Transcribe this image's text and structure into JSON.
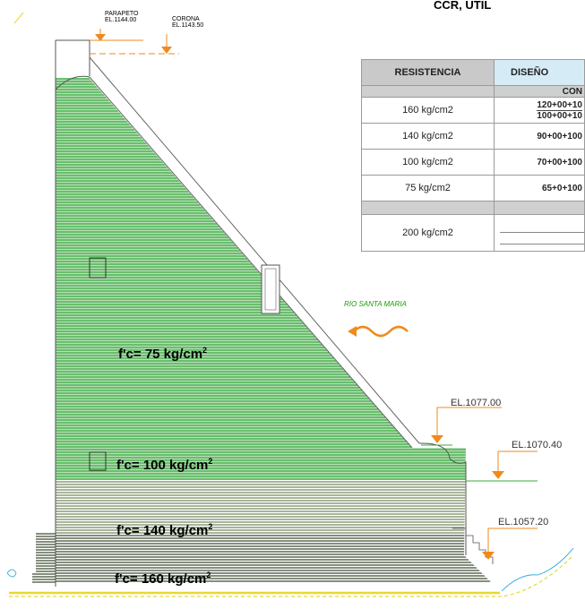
{
  "header": {
    "title_fragment": "CCR,  UTIL"
  },
  "elevations": {
    "parapeto_label": "PARAPETO",
    "parapeto_value": "EL.1144.00",
    "corona_label": "CORONA",
    "corona_value": "EL.1143.50",
    "el1": "EL.1077.00",
    "el2": "EL.1070.40",
    "el3": "EL.1057.20"
  },
  "river_label": "RIO  SANTA  MARIA",
  "zones": {
    "z75": {
      "prefix": "f'c= 75 kg/cm",
      "sup": "2"
    },
    "z100": {
      "prefix": "f'c= 100 kg/cm",
      "sup": "2"
    },
    "z140": {
      "prefix": "f'c= 140 kg/cm",
      "sup": "2"
    },
    "z160": {
      "prefix": "f'c= 160 kg/cm",
      "sup": "2"
    }
  },
  "table": {
    "col1_header": "RESISTENCIA",
    "col2_header": "DISEÑO",
    "subheader": "CON",
    "rows": [
      {
        "res": "160 kg/cm2",
        "d1": "120+00+10",
        "d2": "100+00+10"
      },
      {
        "res": "140 kg/cm2",
        "d1": "90+00+100"
      },
      {
        "res": "100 kg/cm2",
        "d1": "70+00+100"
      },
      {
        "res": "75 kg/cm2",
        "d1": "65+0+100"
      }
    ],
    "last_row": {
      "res": "200 kg/cm2"
    }
  },
  "colors": {
    "green": "#39a83f",
    "dark": "#3c4a30",
    "orange": "#f08a1c",
    "river": "#18a000",
    "ground": "#e8d830"
  }
}
